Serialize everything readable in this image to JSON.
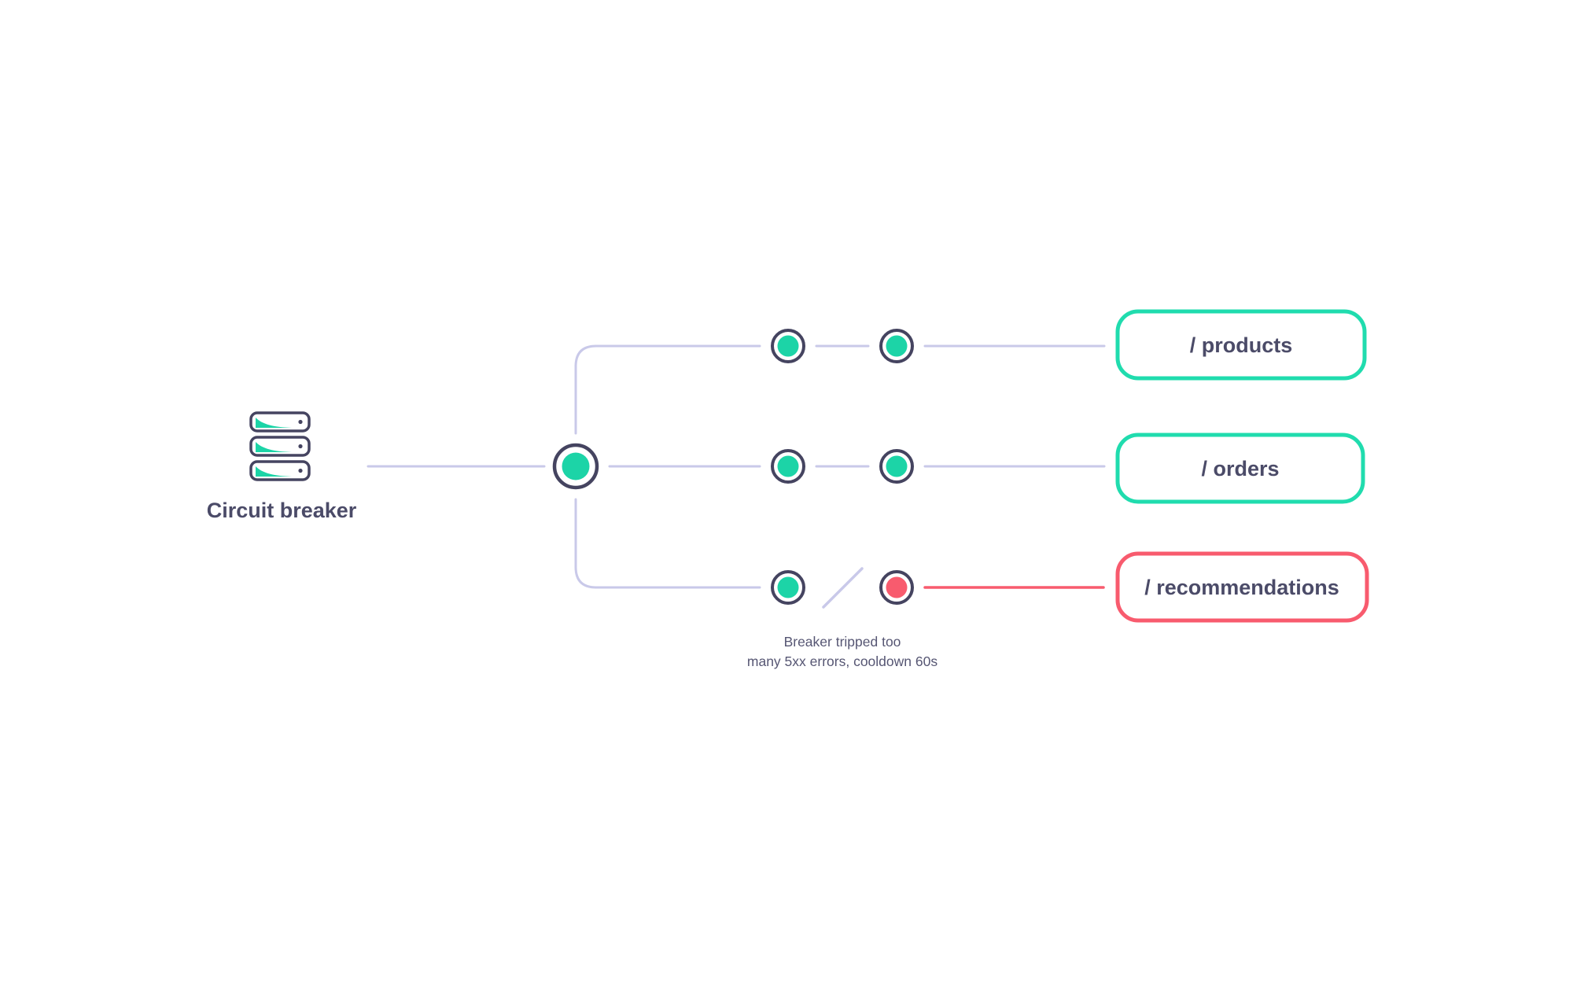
{
  "diagram": {
    "source": {
      "label": "Circuit breaker",
      "icon": "server-stack-icon"
    },
    "hub": {
      "status": "healthy"
    },
    "routes": [
      {
        "label": "/ products",
        "status": "healthy",
        "hops": [
          "ok",
          "ok"
        ]
      },
      {
        "label": "/ orders",
        "status": "healthy",
        "hops": [
          "ok",
          "ok"
        ]
      },
      {
        "label": "/ recommendations",
        "status": "tripped",
        "hops": [
          "ok",
          "error"
        ],
        "note": {
          "line1": "Breaker tripped too",
          "line2": "many 5xx errors, cooldown 60s"
        }
      }
    ],
    "colors": {
      "healthy": "#1cd4a7",
      "healthy_box_border": "#20dcae",
      "error": "#f85b6e",
      "connector": "#c9c9e9",
      "node_outline": "#454460",
      "label_text": "#4b4b68",
      "note_text": "#565673",
      "background": "#ffffff"
    }
  }
}
